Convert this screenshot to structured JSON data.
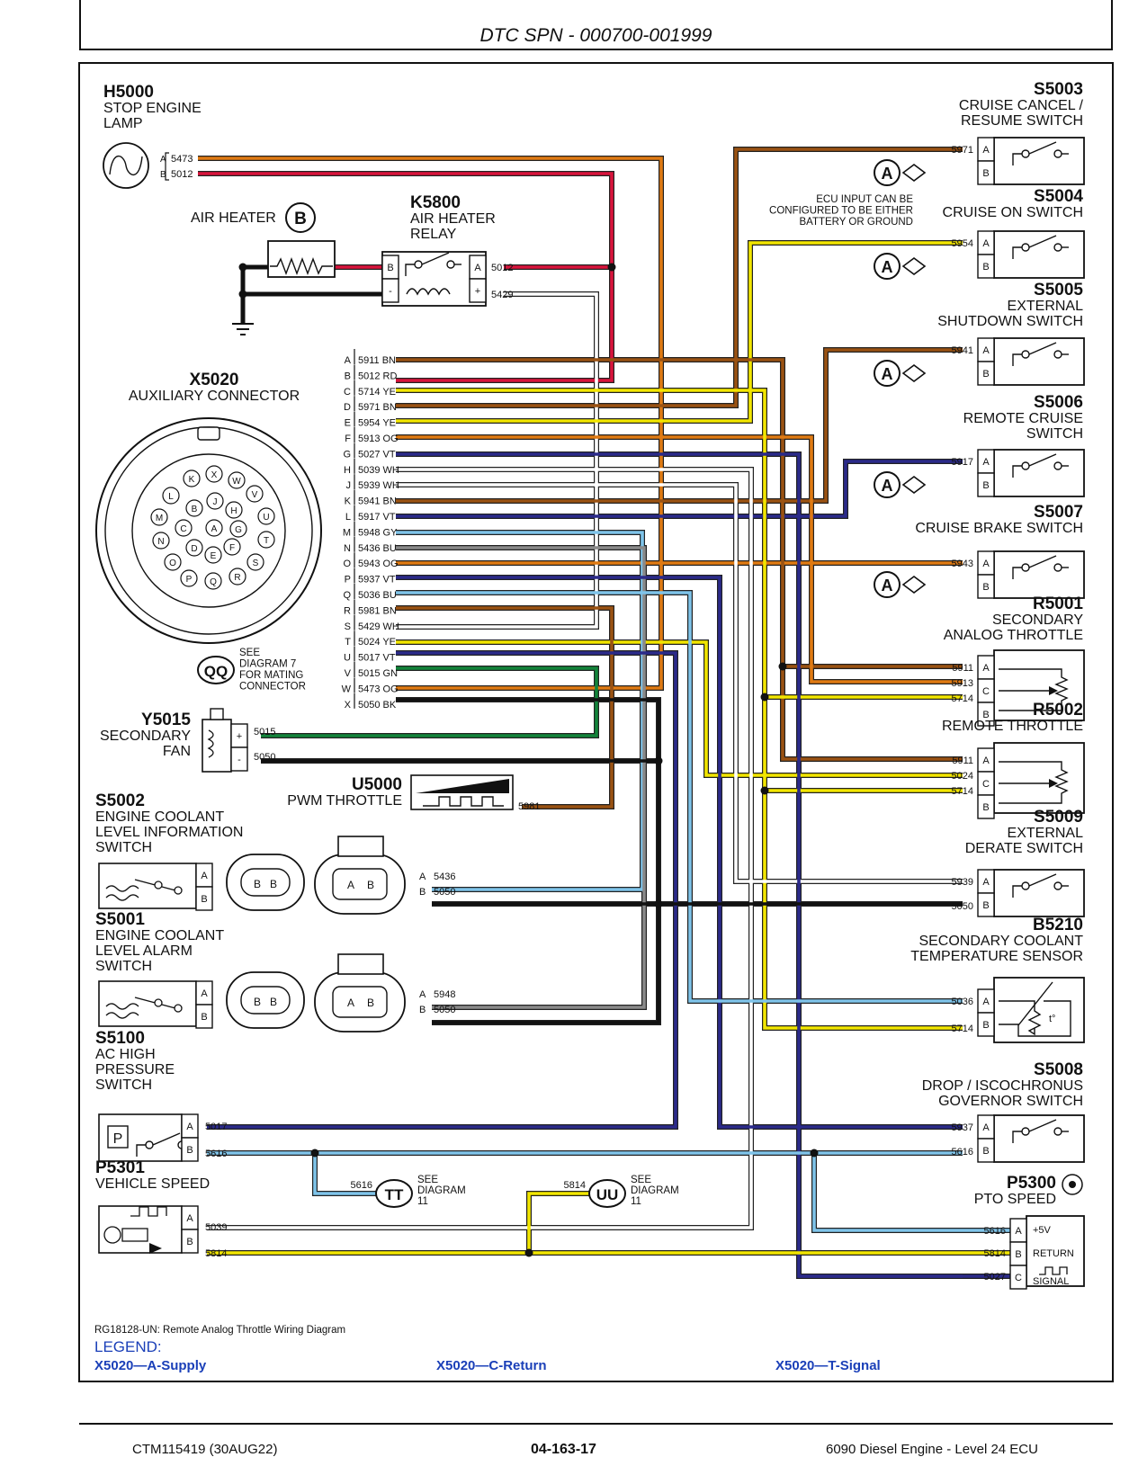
{
  "header": {
    "title": "DTC SPN - 000700-001999"
  },
  "components": [
    {
      "id": "H5000",
      "lines": [
        "STOP ENGINE",
        "LAMP"
      ]
    },
    {
      "id": "K5800",
      "lines": [
        "AIR HEATER",
        "RELAY"
      ]
    },
    {
      "id": "X5020",
      "lines": [
        "AUXILIARY CONNECTOR"
      ]
    },
    {
      "id": "Y5015",
      "lines": [
        "SECONDARY",
        "FAN"
      ]
    },
    {
      "id": "U5000",
      "lines": [
        "PWM THROTTLE"
      ]
    },
    {
      "id": "S5002",
      "lines": [
        "ENGINE COOLANT",
        "LEVEL INFORMATION",
        "SWITCH"
      ]
    },
    {
      "id": "S5001",
      "lines": [
        "ENGINE COOLANT",
        "LEVEL ALARM",
        "SWITCH"
      ]
    },
    {
      "id": "S5100",
      "lines": [
        "AC HIGH",
        "PRESSURE",
        "SWITCH"
      ]
    },
    {
      "id": "P5301",
      "lines": [
        "VEHICLE SPEED"
      ]
    },
    {
      "id": "S5003",
      "lines": [
        "CRUISE CANCEL /",
        "RESUME SWITCH"
      ]
    },
    {
      "id": "S5004",
      "lines": [
        "CRUISE ON SWITCH"
      ]
    },
    {
      "id": "S5005",
      "lines": [
        "EXTERNAL",
        "SHUTDOWN SWITCH"
      ]
    },
    {
      "id": "S5006",
      "lines": [
        "REMOTE CRUISE",
        "SWITCH"
      ]
    },
    {
      "id": "S5007",
      "lines": [
        "CRUISE BRAKE SWITCH"
      ]
    },
    {
      "id": "R5001",
      "lines": [
        "SECONDARY",
        "ANALOG THROTTLE"
      ]
    },
    {
      "id": "R5002",
      "lines": [
        "REMOTE THROTTLE"
      ]
    },
    {
      "id": "S5009",
      "lines": [
        "EXTERNAL",
        "DERATE SWITCH"
      ]
    },
    {
      "id": "B5210",
      "lines": [
        "SECONDARY COOLANT",
        "TEMPERATURE SENSOR"
      ]
    },
    {
      "id": "S5008",
      "lines": [
        "DROP / ISCOCHRONUS",
        "GOVERNOR SWITCH"
      ]
    },
    {
      "id": "P5300",
      "lines": [
        "PTO SPEED"
      ]
    }
  ],
  "air_heater": {
    "label": "AIR HEATER",
    "badge": "B"
  },
  "ecu_note": [
    "ECU INPUT CAN BE",
    "CONFIGURED TO BE EITHER",
    "BATTERY OR GROUND"
  ],
  "connector_pins": [
    {
      "pin": "A",
      "wire": "5911 BN"
    },
    {
      "pin": "B",
      "wire": "5012 RD"
    },
    {
      "pin": "C",
      "wire": "5714 YE"
    },
    {
      "pin": "D",
      "wire": "5971 BN"
    },
    {
      "pin": "E",
      "wire": "5954 YE"
    },
    {
      "pin": "F",
      "wire": "5913 OG"
    },
    {
      "pin": "G",
      "wire": "5027 VT"
    },
    {
      "pin": "H",
      "wire": "5039 WH"
    },
    {
      "pin": "J",
      "wire": "5939 WH"
    },
    {
      "pin": "K",
      "wire": "5941 BN"
    },
    {
      "pin": "L",
      "wire": "5917 VT"
    },
    {
      "pin": "M",
      "wire": "5948 GY"
    },
    {
      "pin": "N",
      "wire": "5436 BU"
    },
    {
      "pin": "O",
      "wire": "5943 OG"
    },
    {
      "pin": "P",
      "wire": "5937 VT"
    },
    {
      "pin": "Q",
      "wire": "5036 BU"
    },
    {
      "pin": "R",
      "wire": "5981 BN"
    },
    {
      "pin": "S",
      "wire": "5429 WH"
    },
    {
      "pin": "T",
      "wire": "5024 YE"
    },
    {
      "pin": "U",
      "wire": "5017 VT"
    },
    {
      "pin": "V",
      "wire": "5015 GN"
    },
    {
      "pin": "W",
      "wire": "5473 OG"
    },
    {
      "pin": "X",
      "wire": "5050 BK"
    }
  ],
  "connector_face_letters": [
    "K",
    "X",
    "W",
    "L",
    "B",
    "J",
    "H",
    "V",
    "M",
    "C",
    "A",
    "G",
    "U",
    "N",
    "D",
    "E",
    "F",
    "T",
    "O",
    "P",
    "Q",
    "R",
    "S"
  ],
  "see_note": {
    "badge": "QQ",
    "lines": [
      "SEE",
      "DIAGRAM 7",
      "FOR MATING",
      "CONNECTOR"
    ]
  },
  "diagram_refs": [
    {
      "badge": "TT",
      "wire": "5616",
      "lines": [
        "SEE",
        "DIAGRAM",
        "11"
      ]
    },
    {
      "badge": "UU",
      "wire": "5814",
      "lines": [
        "SEE",
        "DIAGRAM",
        "11"
      ]
    }
  ],
  "switch_badge": "A",
  "p5300_pin_labels": [
    "+5V",
    "RETURN",
    "SIGNAL"
  ],
  "colors": {
    "OG": "#e07a12",
    "RD": "#d9143c",
    "YE": "#f2e600",
    "BN": "#9a5212",
    "VT": "#2b2a8a",
    "WH": "#ffffff",
    "GY": "#8a8a8a",
    "BU": "#7fc4ea",
    "GN": "#12843a",
    "BK": "#111111"
  },
  "caption": "RG18128-UN: Remote Analog Throttle Wiring Diagram",
  "legend": {
    "title": "LEGEND:",
    "items": [
      "X5020—A-Supply",
      "X5020—C-Return",
      "X5020—T-Signal"
    ]
  },
  "footer": {
    "left": "CTM115419 (30AUG22)",
    "center": "04-163-17",
    "right": "6090 Diesel Engine - Level 24 ECU"
  }
}
